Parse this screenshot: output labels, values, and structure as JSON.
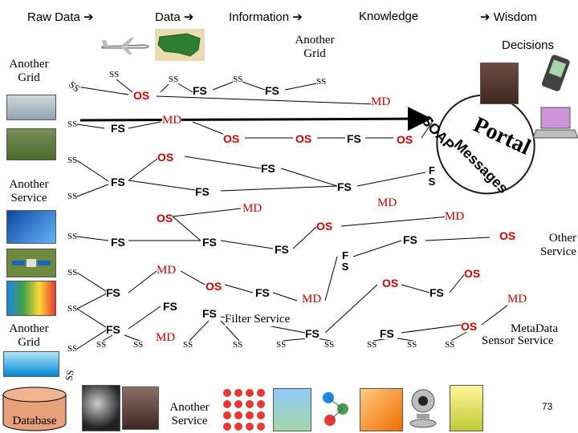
{
  "header": {
    "raw_data": "Raw Data",
    "data": "Data",
    "information": "Information",
    "knowledge": "Knowledge",
    "wisdom": "Wisdom",
    "decisions": "Decisions",
    "arrow_glyph": "➔"
  },
  "labels": {
    "another_grid_top": "Another Grid",
    "another_grid_left": "Another Grid",
    "another_service_left": "Another Service",
    "another_grid_bottom": "Another Grid",
    "another_service_bottom": "Another Service",
    "database": "Database",
    "filter_service": "Filter Service",
    "other_service": "Other Service",
    "meta_data": "MetaData",
    "sensor_service": "Sensor Service",
    "page_number": "73"
  },
  "soap": {
    "soap": "SOAP",
    "messages": "Messages",
    "portal": "Portal"
  },
  "nodes": {
    "ss": "SS",
    "fs": "FS",
    "os": "OS",
    "md": "MD",
    "fs_stacked": "F S"
  },
  "colors": {
    "os": "#cc0000",
    "md": "#cc0000",
    "links": "#000000",
    "portal_ellipse": "#1a1a1a"
  },
  "icons": {
    "airplane": "airplane-icon",
    "usa_map": "usa-map-icon",
    "phone": "phone-icon",
    "sensor_field": "sensor-field-icon",
    "spreadsheet": "spreadsheet-icon",
    "circuit": "circuit-icon",
    "satellite": "satellite-icon",
    "weather_map": "weather-map-icon",
    "rainbow_map": "rainbow-map-icon",
    "board": "board-icon",
    "moon": "moon-icon",
    "telescope": "telescope-icon",
    "grid_array": "grid-array-icon",
    "antenna": "antenna-icon",
    "molecule": "molecule-icon",
    "people": "people-icon",
    "webcam": "webcam-icon",
    "server": "server-icon",
    "person": "person-icon",
    "pda": "pda-icon",
    "laptop": "laptop-icon",
    "database": "database-icon"
  }
}
